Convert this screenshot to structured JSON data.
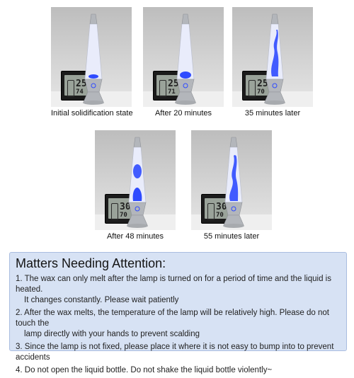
{
  "photos": [
    {
      "caption": "Initial solidification state",
      "thermo": {
        "temperature": "25.1",
        "humidity": "74"
      }
    },
    {
      "caption": "After 20 minutes",
      "thermo": {
        "temperature": "25.5",
        "humidity": "71"
      }
    },
    {
      "caption": "35 minutes later",
      "thermo": {
        "temperature": "25.5",
        "humidity": "70"
      }
    },
    {
      "caption": "After 48 minutes",
      "thermo": {
        "temperature": "30.0",
        "humidity": "70"
      }
    },
    {
      "caption": "55 minutes later",
      "thermo": {
        "temperature": "30.0",
        "humidity": "70"
      }
    }
  ],
  "notice": {
    "title": "Matters Needing Attention:",
    "items": [
      {
        "line1": "1. The wax can only melt after the lamp is turned on for a period of time and the liquid is heated.",
        "line2": "It changes constantly. Please wait patiently"
      },
      {
        "line1": "2. After the wax melts, the temperature of the lamp will be relatively high. Please do not touch the",
        "line2": "lamp directly with your hands to prevent scalding"
      },
      {
        "line1": "3. Since the lamp is not fixed, please place it where it is not easy to bump into to prevent accidents",
        "line2": ""
      },
      {
        "line1": "4. Do not open the liquid bottle. Do not shake the liquid bottle violently~",
        "line2": ""
      }
    ]
  },
  "colors": {
    "wax": "#2f4bff",
    "liquid": "#e9ecfb",
    "metal": "#b3b6bb",
    "notice_bg": "#d7e2f4"
  }
}
